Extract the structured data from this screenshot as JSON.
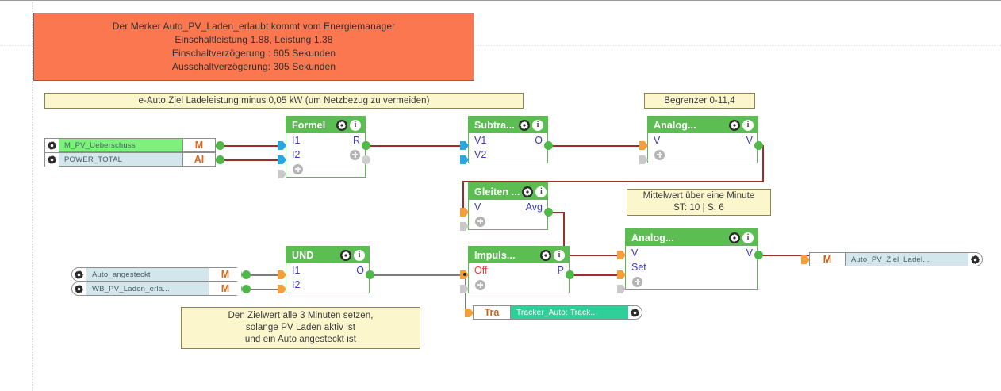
{
  "app": {
    "type": "logic-flow-editor",
    "colors": {
      "block_header": "#5cbd52",
      "wire": "#9c2f2a",
      "note_orange": "#fa7750",
      "note_yellow": "#fcf6cd",
      "pin_label": "#3b3bb5",
      "var_green": "#7ef07e",
      "var_blue": "#d3e6ec",
      "tracker_teal": "#2fcf9a"
    }
  },
  "notes": {
    "merker": {
      "lines": [
        "Der Merker Auto_PV_Laden_erlaubt kommt vom Energiemanager",
        "Einschaltleistung 1.88, Leistung 1.38",
        "Einschaltverzögerung : 605 Sekunden",
        "Ausschaltverzögerung: 305 Sekunden"
      ]
    },
    "ziel": {
      "lines": [
        "e-Auto Ziel Ladeleistung minus 0,05 kW (um Netzbezug zu vermeiden)"
      ]
    },
    "begrenzer": {
      "lines": [
        "Begrenzer 0-11,4"
      ]
    },
    "mittelwert": {
      "lines": [
        "Mittelwert über eine Minute",
        "ST: 10 | S: 6"
      ]
    },
    "zielwert": {
      "lines": [
        "Den Zielwert alle 3 Minuten setzen,",
        "solange PV Laden aktiv ist",
        "und ein Auto angesteckt ist"
      ]
    }
  },
  "blocks": {
    "formel": {
      "title": "Formel",
      "inputs": [
        "I1",
        "I2"
      ],
      "outputs": [
        "R",
        ""
      ]
    },
    "subtra": {
      "title": "Subtra...",
      "inputs": [
        "V1",
        "V2"
      ],
      "outputs": [
        "O",
        ""
      ]
    },
    "analog1": {
      "title": "Analog...",
      "inputs": [
        "V"
      ],
      "outputs": [
        "V"
      ]
    },
    "gleiten": {
      "title": "Gleiten ...",
      "inputs": [
        "V"
      ],
      "outputs": [
        "Avg"
      ]
    },
    "und": {
      "title": "UND",
      "inputs": [
        "I1",
        "I2"
      ],
      "outputs": [
        "O",
        ""
      ]
    },
    "impuls": {
      "title": "Impuls...",
      "inputs": [
        "Off"
      ],
      "outputs": [
        "P"
      ]
    },
    "analog2": {
      "title": "Analog...",
      "inputs": [
        "V",
        "Set"
      ],
      "outputs": [
        "V"
      ]
    }
  },
  "variables": {
    "m_pv_ueberschuss": {
      "name": "M_PV_Ueberschuss",
      "type": "M"
    },
    "power_total": {
      "name": "POWER_TOTAL",
      "type": "AI"
    },
    "auto_angesteckt": {
      "name": "Auto_angesteckt",
      "type": "M"
    },
    "wb_pv_laden": {
      "name": "WB_PV_Laden_erla...",
      "type": "M"
    },
    "tracker": {
      "name": "Tracker_Auto: Track...",
      "type": "Tra"
    },
    "auto_pv_ziel": {
      "name": "Auto_PV_Ziel_Ladel...",
      "type": "M"
    }
  },
  "icons": {
    "gear": "gear-icon",
    "info": "info-icon",
    "plus": "plus-icon"
  }
}
